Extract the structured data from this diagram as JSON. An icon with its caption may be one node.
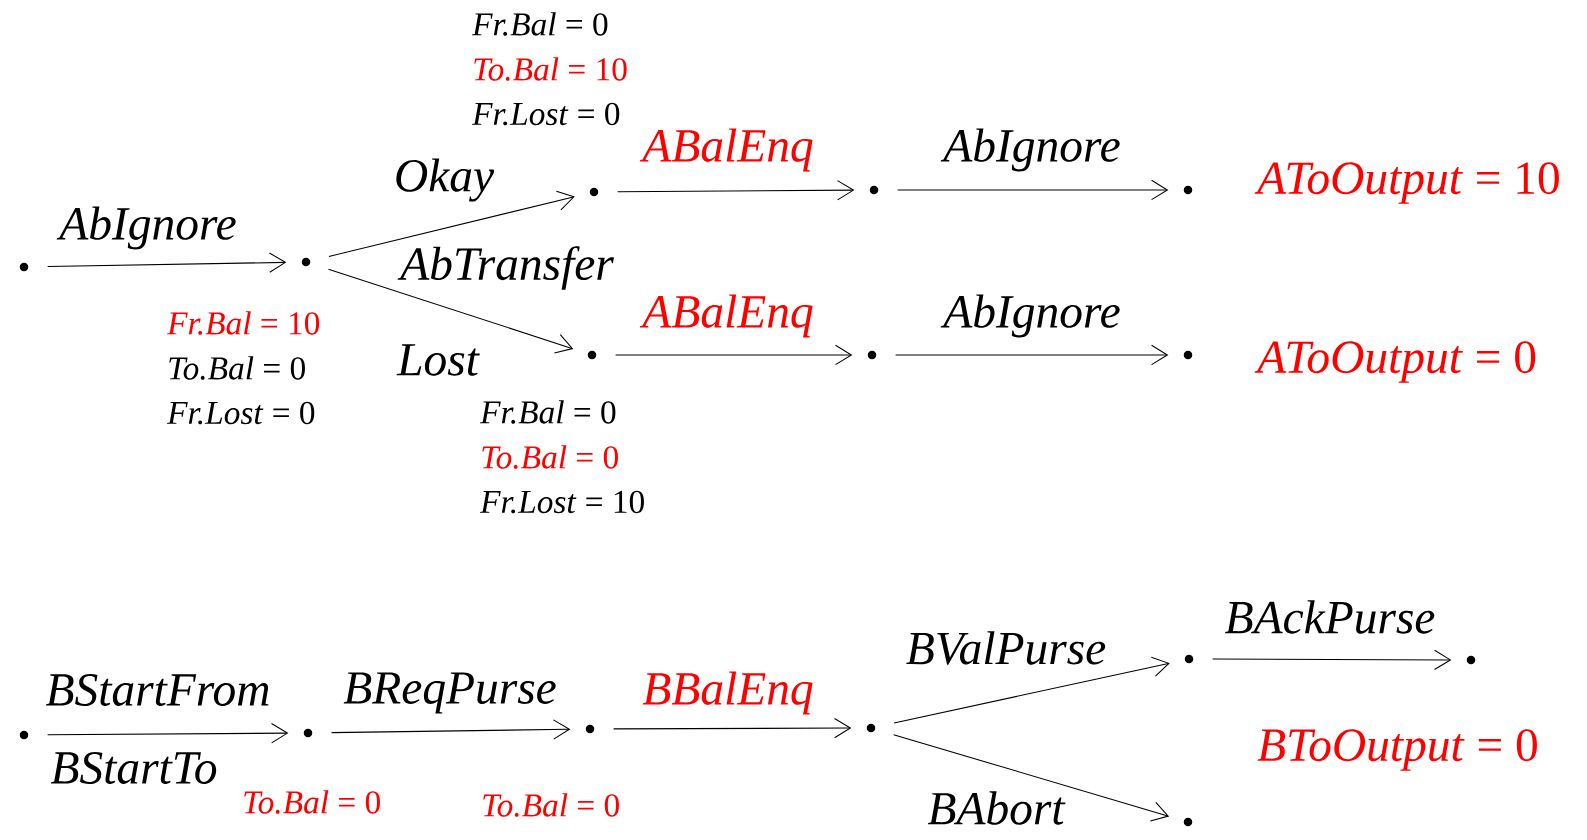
{
  "diagram": {
    "nodes": [
      {
        "text": [],
        "shape": "circle"
      },
      {
        "text": [],
        "shape": "circle",
        "beside": [
          "*Fr.Bal* = 10",
          "*To.Bal* = 0",
          "*Fr.Lost* = 0"
        ]
      },
      {
        "text": [],
        "shape": "circle",
        "beside": [
          "*Fr.Bal* = 0",
          "*To.Bal* = 10",
          "*Fr.Lost* = 0"
        ]
      },
      {
        "text": [],
        "shape": "circle"
      },
      {
        "text": [],
        "shape": "circle",
        "beside": [
          "*AToOutput* = 10"
        ]
      },
      {
        "text": [],
        "shape": "circle",
        "beside": [
          "*Fr.Bal* = 0",
          "*To.Bal* = 0",
          "*Fr.Lost* = 10"
        ]
      },
      {
        "text": [],
        "shape": "circle"
      },
      {
        "text": [],
        "shape": "circle",
        "beside": [
          "*AToOutput* = 0"
        ]
      },
      {
        "text": [],
        "shape": "circle"
      },
      {
        "text": [],
        "shape": "circle",
        "beside": [
          "*To.Bal* = 0"
        ]
      },
      {
        "text": [],
        "shape": "circle",
        "beside": [
          "*To.Bal* = 0"
        ]
      },
      {
        "text": [],
        "shape": "circle"
      },
      {
        "text": [],
        "shape": "circle"
      },
      {
        "text": [],
        "shape": "circle"
      },
      {
        "text": [],
        "shape": "circle"
      }
    ],
    "edges": [
      {
        "from": 0,
        "to": 1,
        "arrow": "to",
        "label": "AbIgnore"
      },
      {
        "from": 1,
        "to": 2,
        "arrow": "to",
        "label": "Okay"
      },
      {
        "from": 1,
        "to": 5,
        "arrow": "to",
        "label": "Lost"
      },
      {
        "from": 2,
        "to": 3,
        "arrow": "to",
        "label": "ABalEnq"
      },
      {
        "from": 3,
        "to": 4,
        "arrow": "to",
        "label": "AbIgnore"
      },
      {
        "from": 5,
        "to": 6,
        "arrow": "to",
        "label": "ABalEnq"
      },
      {
        "from": 6,
        "to": 7,
        "arrow": "to",
        "label": "AbIgnore"
      },
      {
        "from": 8,
        "to": 9,
        "arrow": "to",
        "label": "BStartFrom"
      },
      {
        "from": 9,
        "to": 10,
        "arrow": "to",
        "label": "BReqPurse"
      },
      {
        "from": 10,
        "to": 11,
        "arrow": "to",
        "label": "BBalEnq"
      },
      {
        "from": 11,
        "to": 12,
        "arrow": "to",
        "label": "BValPurse"
      },
      {
        "from": 12,
        "to": 13,
        "arrow": "to",
        "label": "BAckPurse"
      },
      {
        "from": 11,
        "to": 14,
        "arrow": "to",
        "label": "BAbort"
      }
    ],
    "labels": [
      "AbTransfer",
      "BStartTo",
      "*BToOutput* = 0"
    ]
  }
}
